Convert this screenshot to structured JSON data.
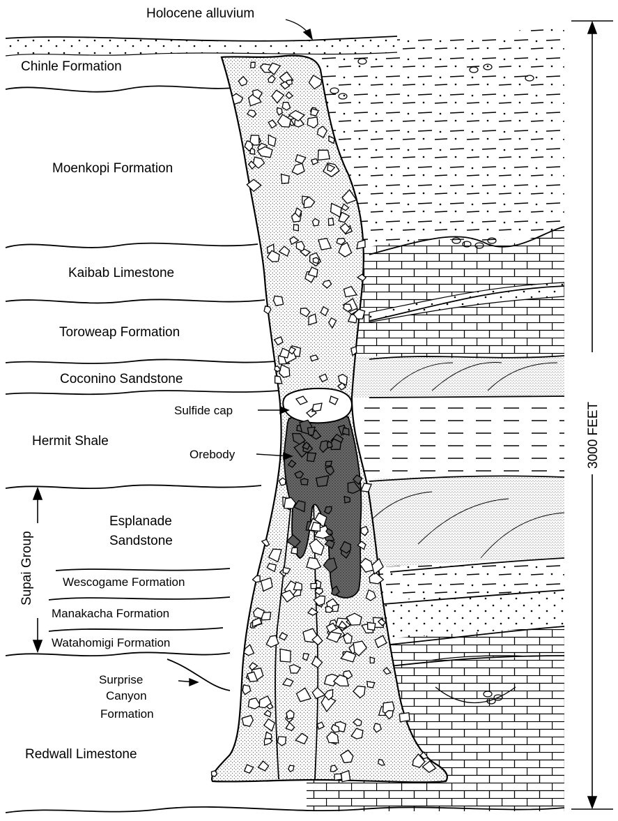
{
  "diagram": {
    "labels": {
      "holocene": "Holocene alluvium",
      "chinle": "Chinle Formation",
      "moenkopi": "Moenkopi Formation",
      "kaibab": "Kaibab Limestone",
      "toroweap": "Toroweap Formation",
      "coconino": "Coconino Sandstone",
      "sulfide_cap": "Sulfide cap",
      "hermit": "Hermit Shale",
      "orebody": "Orebody",
      "esplanade_1": "Esplanade",
      "esplanade_2": "Sandstone",
      "wescogame": "Wescogame Formation",
      "manakacha": "Manakacha Formation",
      "watahomigi": "Watahomigi Formation",
      "surprise_1": "Surprise",
      "surprise_2": "Canyon",
      "surprise_3": "Formation",
      "redwall": "Redwall Limestone",
      "supai_group": "Supai Group",
      "scale": "3000 FEET"
    }
  }
}
